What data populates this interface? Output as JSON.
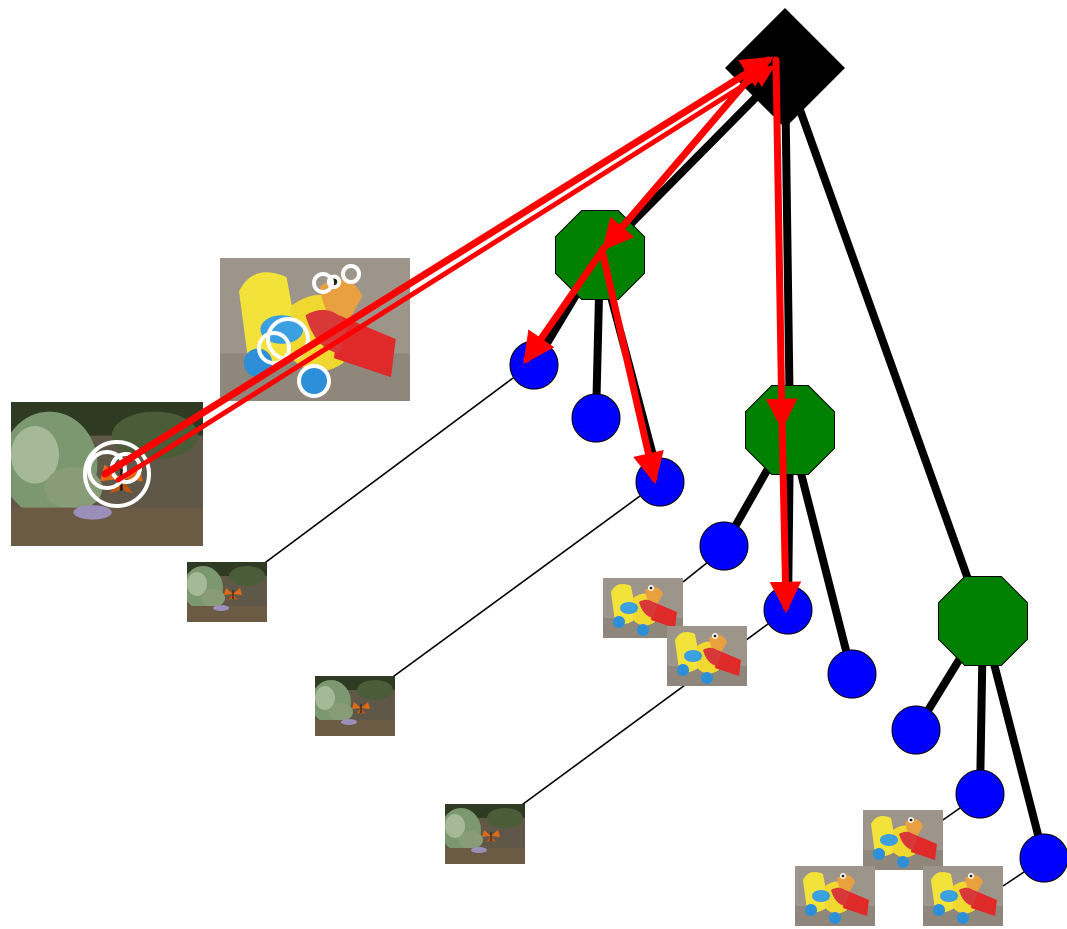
{
  "colors": {
    "background": "#ffffff",
    "root_node": "#000000",
    "internal_node": "#008000",
    "leaf_node": "#0000ff",
    "tree_edge": "#000000",
    "path_arrow": "#ff0000",
    "keypoint_circle": "#ffffff"
  },
  "tree": {
    "root": {
      "shape": "diamond",
      "id": "root"
    },
    "internal_nodes": [
      {
        "id": "n1",
        "shape": "octagon"
      },
      {
        "id": "n2",
        "shape": "octagon"
      },
      {
        "id": "n3",
        "shape": "octagon"
      }
    ],
    "leaves": [
      {
        "id": "l1",
        "parent": "n1",
        "thumbnail": "butterfly-image",
        "on_path": true
      },
      {
        "id": "l2",
        "parent": "n1",
        "thumbnail": null,
        "on_path": false
      },
      {
        "id": "l3",
        "parent": "n1",
        "thumbnail": "butterfly-image",
        "on_path": true
      },
      {
        "id": "l4",
        "parent": "n2",
        "thumbnail": "toy-image",
        "on_path": false
      },
      {
        "id": "l5",
        "parent": "n2",
        "thumbnail": "butterfly-image",
        "on_path": true
      },
      {
        "id": "l6",
        "parent": "n2",
        "thumbnail": null,
        "on_path": false
      },
      {
        "id": "l7",
        "parent": "n3",
        "thumbnail": null,
        "on_path": false
      },
      {
        "id": "l8",
        "parent": "n3",
        "thumbnail": "toy-image",
        "on_path": false
      },
      {
        "id": "l9",
        "parent": "n3",
        "thumbnail": "toy-image",
        "on_path": false
      }
    ]
  },
  "query_images": [
    {
      "id": "q-toy",
      "subject": "toy-image",
      "keypoints": 5
    },
    {
      "id": "q-butterfly",
      "subject": "butterfly-image",
      "keypoints": 3
    }
  ]
}
